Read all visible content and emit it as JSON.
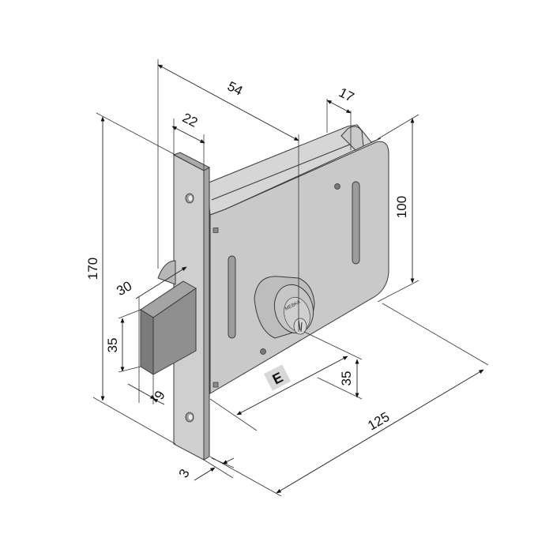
{
  "diagram": {
    "type": "technical dimension drawing",
    "subject": "mortise lock with cylinder and square bolt",
    "units_implied": "mm",
    "colors": {
      "background": "#ffffff",
      "case_face": "#c9c9c9",
      "case_top": "#d6d6d6",
      "faceplate": "#cfcfcf",
      "faceplate_edge": "#a9a9a9",
      "bolt_front": "#8f8f8f",
      "bolt_side": "#7b7b7b",
      "bolt_top": "#a4a4a4",
      "cylinder": "#bdbdbd",
      "line": "#222222",
      "label_badge": "#d8d8d8"
    },
    "cylinder_brand_text": "MEBKA",
    "hand_label": "E",
    "dimensions": {
      "overall_height": "170",
      "faceplate_width": "22",
      "backset": "54",
      "rear_depth": "17",
      "case_height": "100",
      "bolt_throw": "30",
      "bolt_height": "35",
      "bolt_thickness": "9",
      "cylinder_offset": "35",
      "case_length": "125",
      "faceplate_thickness": "3"
    }
  }
}
